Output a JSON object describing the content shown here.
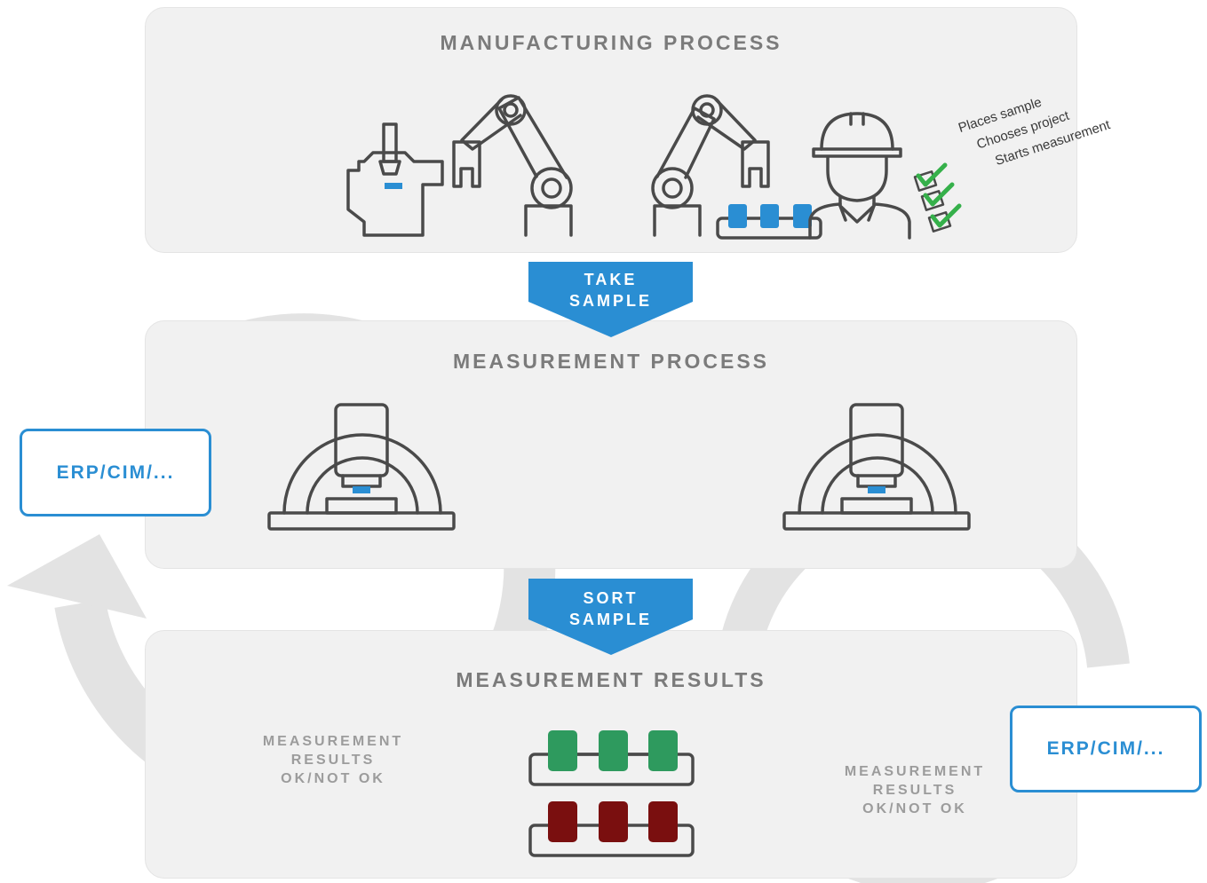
{
  "manufacturing": {
    "title": "MANUFACTURING PROCESS",
    "checklist": [
      "Places sample",
      "Chooses project",
      "Starts measurement"
    ]
  },
  "take_sample": {
    "line1": "TAKE",
    "line2": "SAMPLE"
  },
  "measurement": {
    "title": "MEASUREMENT PROCESS"
  },
  "sort_sample": {
    "line1": "SORT",
    "line2": "SAMPLE"
  },
  "results": {
    "title": "MEASUREMENT RESULTS",
    "left_text": [
      "MEASUREMENT",
      "RESULTS",
      "OK/NOT OK"
    ],
    "right_text": [
      "MEASUREMENT",
      "RESULTS",
      "OK/NOT OK"
    ]
  },
  "erp_left": "ERP/CIM/...",
  "erp_right": "ERP/CIM/...",
  "colors": {
    "accent_blue": "#2a8ed3",
    "ok_green": "#2e9a5e",
    "not_ok_red": "#7a0f0f",
    "check_green": "#35b04a",
    "outline": "#4a4a4a",
    "loop_grey": "#e3e3e3"
  }
}
